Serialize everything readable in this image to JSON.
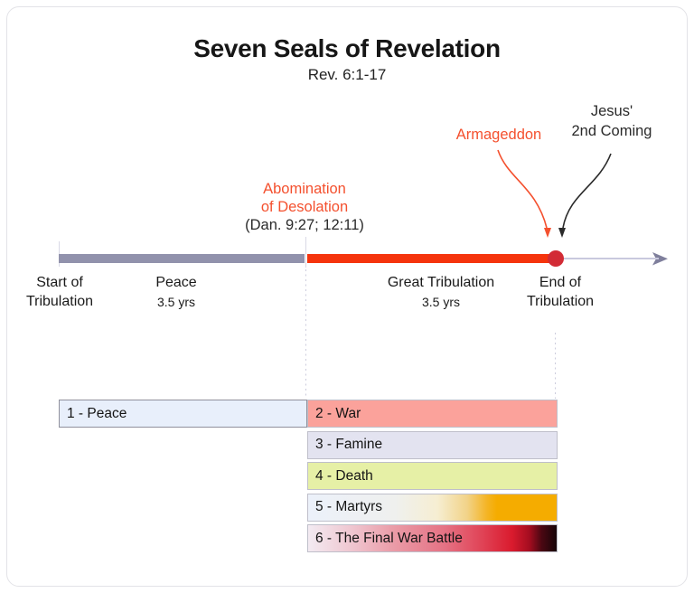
{
  "title": {
    "text": "Seven Seals of Revelation",
    "subtitle": "Rev. 6:1-17"
  },
  "annotations": {
    "accent_red": "#f4502e",
    "ink": "#2a2a2a",
    "abomination": {
      "line1": "Abomination",
      "line2": "of Desolation",
      "reference": "(Dan. 9:27; 12:11)"
    },
    "armageddon": {
      "label": "Armageddon"
    },
    "second_coming": {
      "line1": "Jesus'",
      "line2": "2nd Coming"
    }
  },
  "timeline": {
    "start_label": {
      "line1": "Start of",
      "line2": "Tribulation"
    },
    "end_label": {
      "line1": "End of",
      "line2": "Tribulation"
    },
    "segments": [
      {
        "name": "peace",
        "label": "Peace",
        "duration": "3.5 yrs",
        "color": "#9192ac"
      },
      {
        "name": "great-tribulation",
        "label": "Great Tribulation",
        "duration": "3.5 yrs",
        "color": "#f5340d"
      }
    ],
    "dot_color": "#d22b35",
    "tail_color": "#c9c9de",
    "arrowhead_color": "#7f7f9c"
  },
  "seals": [
    {
      "label": "1 - Peace",
      "fill": "#e8effb"
    },
    {
      "label": "2 - War",
      "fill": "#fba29b"
    },
    {
      "label": "3 - Famine",
      "fill": "#e3e3f0"
    },
    {
      "label": "4 - Death",
      "fill": "#e6f0a6"
    },
    {
      "label": "5 - Martyrs",
      "fill": [
        "#ecf1fa 0%",
        "#eff0ee 35%",
        "#f6eed2 52%",
        "#f2d388 64%",
        "#f4b424 72%",
        "#f5ac00 76%",
        "#f5ac00 100%"
      ]
    },
    {
      "label": "6 - The Final War Battle",
      "fill": [
        "#f3ebf2 0%",
        "#efc5cf 18%",
        "#ea9aa6 35%",
        "#e57284 55%",
        "#e04356 70%",
        "#da1b2e 82%",
        "#a50d20 89%",
        "#4a0712 94%",
        "#170609 100%"
      ]
    }
  ]
}
